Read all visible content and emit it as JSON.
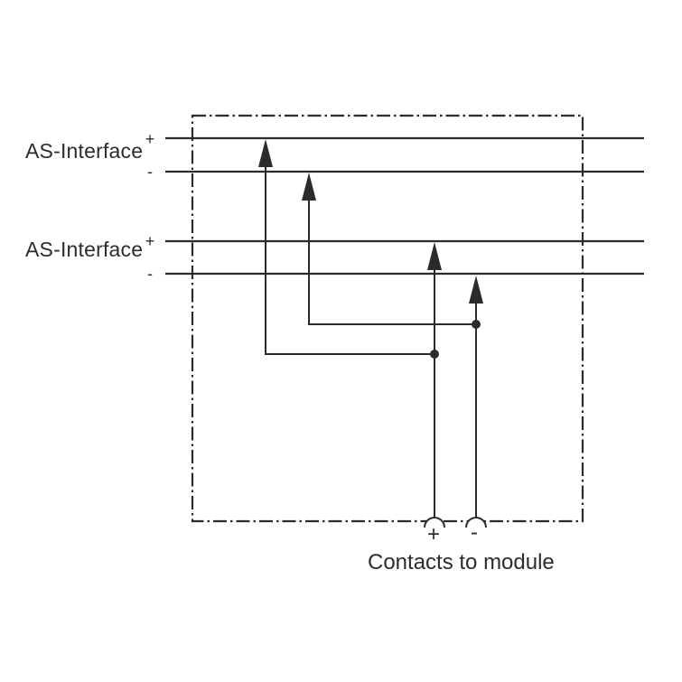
{
  "diagram": {
    "buses": [
      {
        "label": "AS-Interface",
        "plus_sign": "+",
        "minus_sign": "-"
      },
      {
        "label": "AS-Interface",
        "plus_sign": "+",
        "minus_sign": "-"
      }
    ],
    "contacts": {
      "plus_sign": "+",
      "minus_sign": "-",
      "caption": "Contacts to module"
    },
    "colors": {
      "stroke": "#2b2b2b",
      "text": "#2c2c2e",
      "background": "#ffffff"
    }
  }
}
